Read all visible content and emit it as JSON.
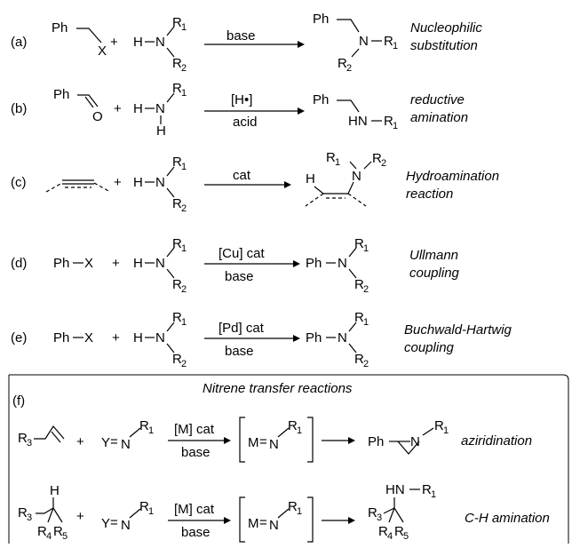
{
  "labels": {
    "a": "(a)",
    "b": "(b)",
    "c": "(c)",
    "d": "(d)",
    "e": "(e)",
    "f": "(f)"
  },
  "atoms": {
    "ph": "Ph",
    "x": "X",
    "o": "O",
    "h": "H",
    "n": "N",
    "hn": "HN",
    "hn_bond": "HN–R",
    "plus": "+",
    "y": "Y",
    "m": "M",
    "eq": "="
  },
  "subs": {
    "r": "R",
    "one": "1",
    "two": "2",
    "three": "3",
    "four": "4",
    "five": "5"
  },
  "reagents": {
    "a": "base",
    "b_top": "[H•]",
    "b_bottom": "acid",
    "c": "cat",
    "d_top": "[Cu] cat",
    "d_bottom": "base",
    "e_top": "[Pd] cat",
    "e_bottom": "base",
    "f_top": "[M] cat",
    "f_bottom": "base"
  },
  "reactions": {
    "a": [
      "Nucleophilic",
      "substitution"
    ],
    "b": [
      "reductive",
      "amination"
    ],
    "c": [
      "Hydroamination",
      "reaction"
    ],
    "d": [
      "Ullmann",
      "coupling"
    ],
    "e": [
      "Buchwald-Hartwig",
      "coupling"
    ],
    "f_title": "Nitrene transfer reactions",
    "f1": "aziridination",
    "f2": "C-H amination"
  }
}
